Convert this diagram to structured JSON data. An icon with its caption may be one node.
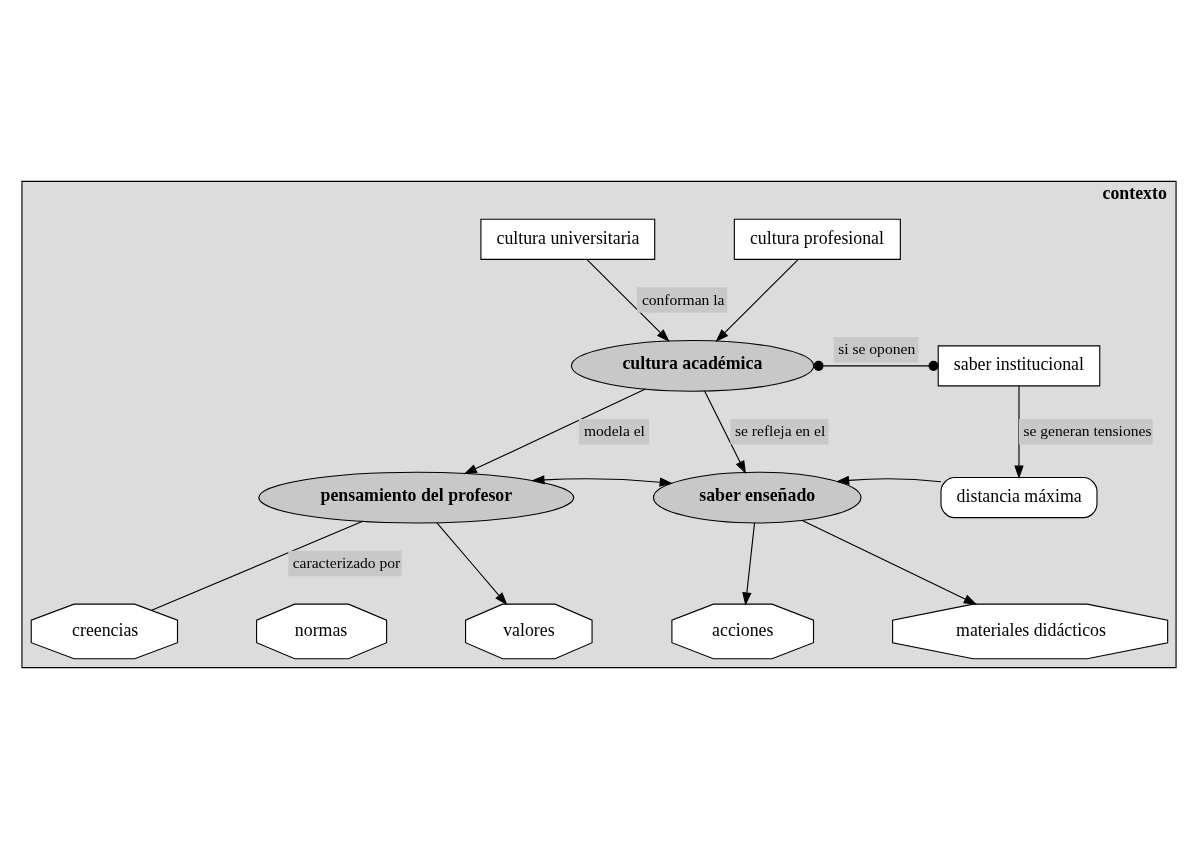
{
  "diagram": {
    "nodes": [
      {
        "text": [
          "contexto"
        ]
      },
      {
        "text": [
          "cultura universitaria"
        ],
        "in": 0
      },
      {
        "text": [
          "cultura profesional"
        ],
        "in": 0
      },
      {
        "text": [
          "cultura académica"
        ],
        "in": 0
      },
      {
        "text": [
          "saber institucional"
        ],
        "in": 0
      },
      {
        "text": [
          "pensamiento del profesor"
        ],
        "in": 0
      },
      {
        "text": [
          "saber enseñado"
        ],
        "in": 0
      },
      {
        "text": [
          "distancia máxima"
        ],
        "in": 0
      },
      {
        "text": [
          "creencias"
        ],
        "in": 0
      },
      {
        "text": [
          "normas"
        ],
        "in": 0
      },
      {
        "text": [
          "valores"
        ],
        "in": 0
      },
      {
        "text": [
          "acciones"
        ],
        "in": 0
      },
      {
        "text": [
          "materiales didácticos"
        ],
        "in": 0
      }
    ],
    "edges": [
      {
        "from": 1,
        "to": 3,
        "arrow": "to",
        "label": "conforman la"
      },
      {
        "from": 2,
        "to": 3,
        "arrow": "to"
      },
      {
        "from": 3,
        "to": 4,
        "arrow": "other",
        "label": "si se oponen"
      },
      {
        "from": 3,
        "to": 5,
        "arrow": "to",
        "label": "modela el"
      },
      {
        "from": 3,
        "to": 6,
        "arrow": "to",
        "label": "se refleja en el"
      },
      {
        "from": 4,
        "to": 7,
        "arrow": "to",
        "label": "se generan tensiones"
      },
      {
        "from": 7,
        "to": 6,
        "arrow": "to"
      },
      {
        "from": 5,
        "to": 6,
        "arrow": "both"
      },
      {
        "from": 5,
        "to": 8,
        "arrow": "none",
        "label": "caracterizado por"
      },
      {
        "from": 5,
        "to": 10,
        "arrow": "to"
      },
      {
        "from": 6,
        "to": 11,
        "arrow": "to"
      },
      {
        "from": 6,
        "to": 12,
        "arrow": "to"
      }
    ]
  }
}
